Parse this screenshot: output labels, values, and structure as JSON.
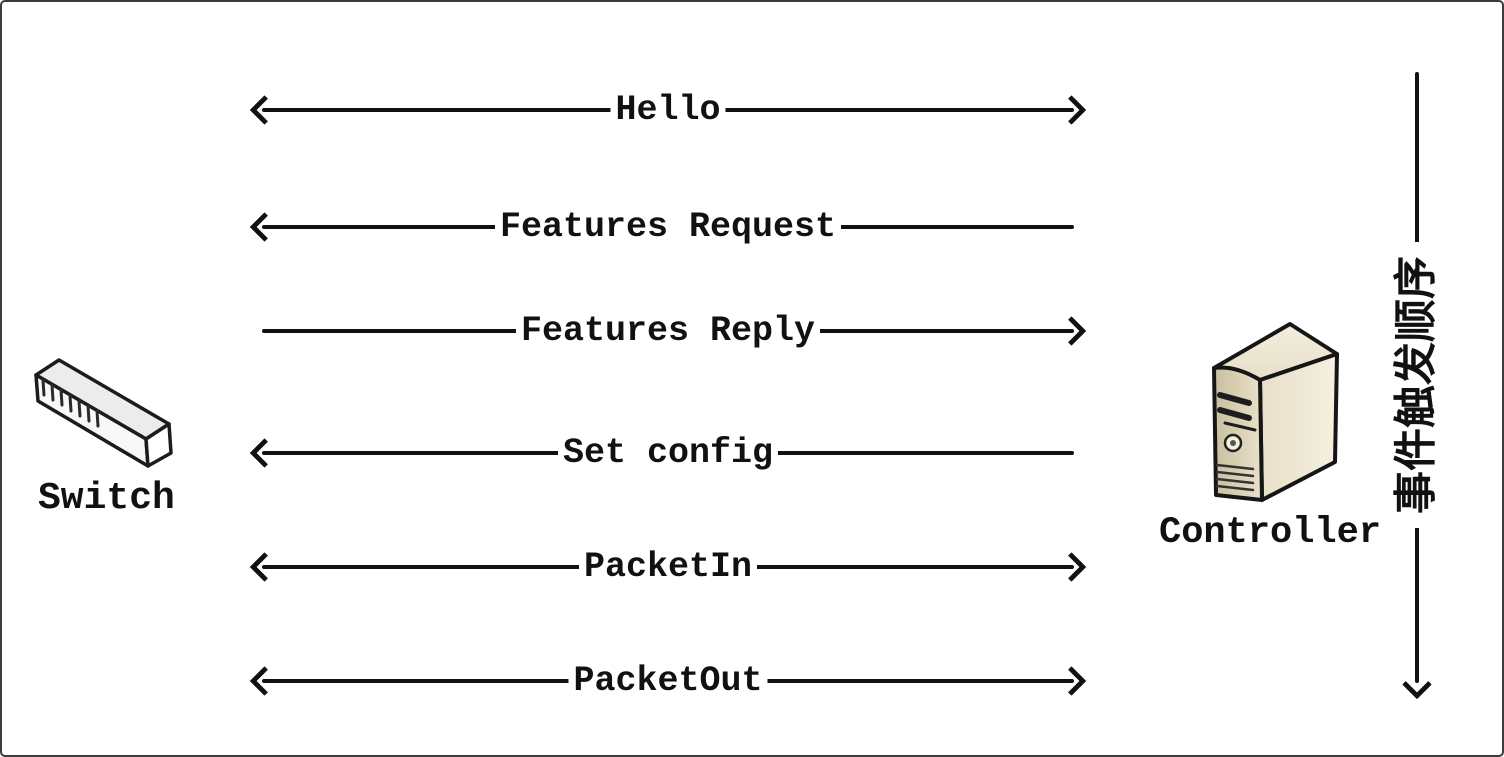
{
  "diagram": {
    "left_node": {
      "label": "Switch",
      "icon": "network-switch-3d"
    },
    "right_node": {
      "label": "Controller",
      "icon": "server-tower"
    },
    "messages": [
      {
        "label": "Hello",
        "direction": "both"
      },
      {
        "label": "Features Request",
        "direction": "to-switch"
      },
      {
        "label": "Features Reply",
        "direction": "to-controller"
      },
      {
        "label": "Set config",
        "direction": "to-switch"
      },
      {
        "label": "PacketIn",
        "direction": "both"
      },
      {
        "label": "PacketOut",
        "direction": "both"
      }
    ],
    "timeline": {
      "label": "事件触发顺序",
      "direction": "down"
    },
    "colors": {
      "line": "#111111",
      "background": "#ffffff",
      "border": "#3c3c3c",
      "server_front": "#d8cfb2",
      "server_side": "#efe9d8",
      "server_top": "#eee8d6",
      "switch_body": "#f2f2f2",
      "power_dot": "#4a5f4a"
    }
  }
}
